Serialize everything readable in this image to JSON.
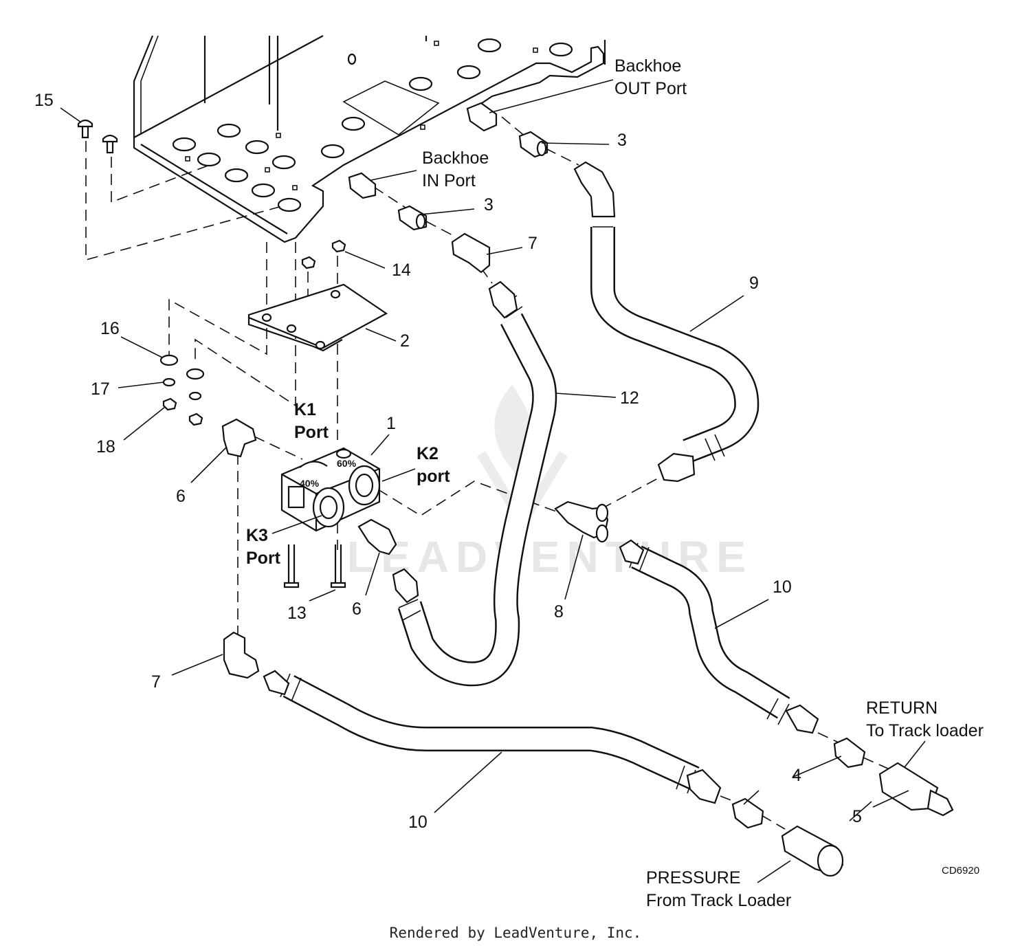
{
  "callouts": {
    "c15": "15",
    "c3a": "3",
    "c3b": "3",
    "c7a": "7",
    "c7b": "7",
    "c14": "14",
    "c9": "9",
    "c16": "16",
    "c2": "2",
    "c17": "17",
    "c12": "12",
    "c18": "18",
    "c1": "1",
    "c6a": "6",
    "c6b": "6",
    "c13": "13",
    "c8": "8",
    "c10a": "10",
    "c10b": "10",
    "c4": "4",
    "c5": "5"
  },
  "labels": {
    "backhoe_out_1": "Backhoe",
    "backhoe_out_2": "OUT Port",
    "backhoe_in_1": "Backhoe",
    "backhoe_in_2": "IN Port",
    "k1_1": "K1",
    "k1_2": "Port",
    "k2_1": "K2",
    "k2_2": "port",
    "k3_1": "K3",
    "k3_2": "Port",
    "pct_60": "60%",
    "pct_40": "40%",
    "return_1": "RETURN",
    "return_2": "To Track loader",
    "pressure_1": "PRESSURE",
    "pressure_2": "From Track Loader",
    "drawing_code": "CD6920"
  },
  "watermark": "LEADVENTURE",
  "footer": "Rendered by LeadVenture, Inc."
}
